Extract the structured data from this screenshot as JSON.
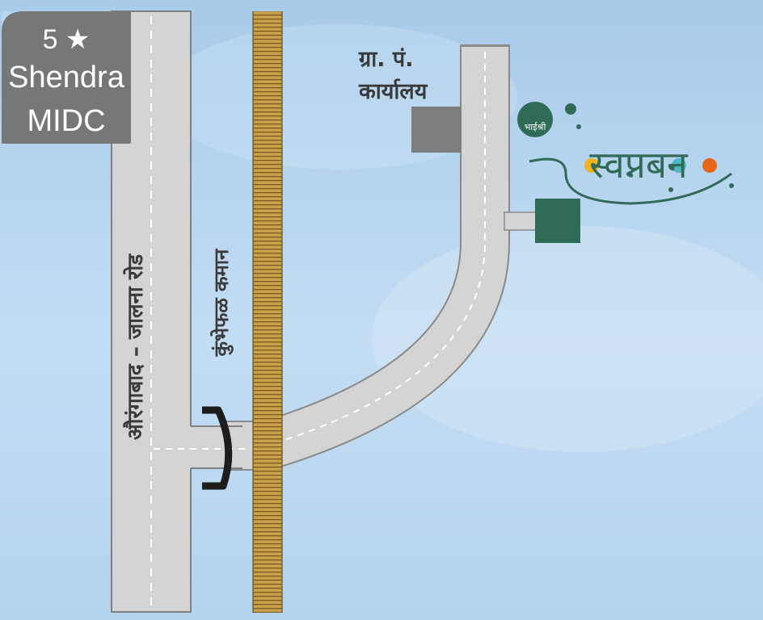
{
  "sign": {
    "line1": "5 ★",
    "line2": "Shendra",
    "line3": "MIDC"
  },
  "labels": {
    "main_road": "औरंगाबाद – जालना रोड",
    "arch": "कुंभेफळ कमान",
    "gram_panchayat_line1": "ग्रा. पं.",
    "gram_panchayat_line2": "कार्यालय"
  },
  "logo": {
    "small_text": "भाईश्री",
    "big_text": "स्वप्नबन"
  },
  "colors": {
    "sky_top": "#a9cbea",
    "sky_bottom": "#c9e1f5",
    "road": "#d4d4d4",
    "road_edge": "#7a7a7a",
    "sign_bg": "#777777",
    "railway": "#c9a04a",
    "office_block": "#7d7d7d",
    "destination_block": "#2f6b57",
    "logo_green": "#2f6b57",
    "logo_yellow": "#f2b21e",
    "logo_orange": "#e8661c",
    "logo_cyan": "#4fb6c8"
  }
}
